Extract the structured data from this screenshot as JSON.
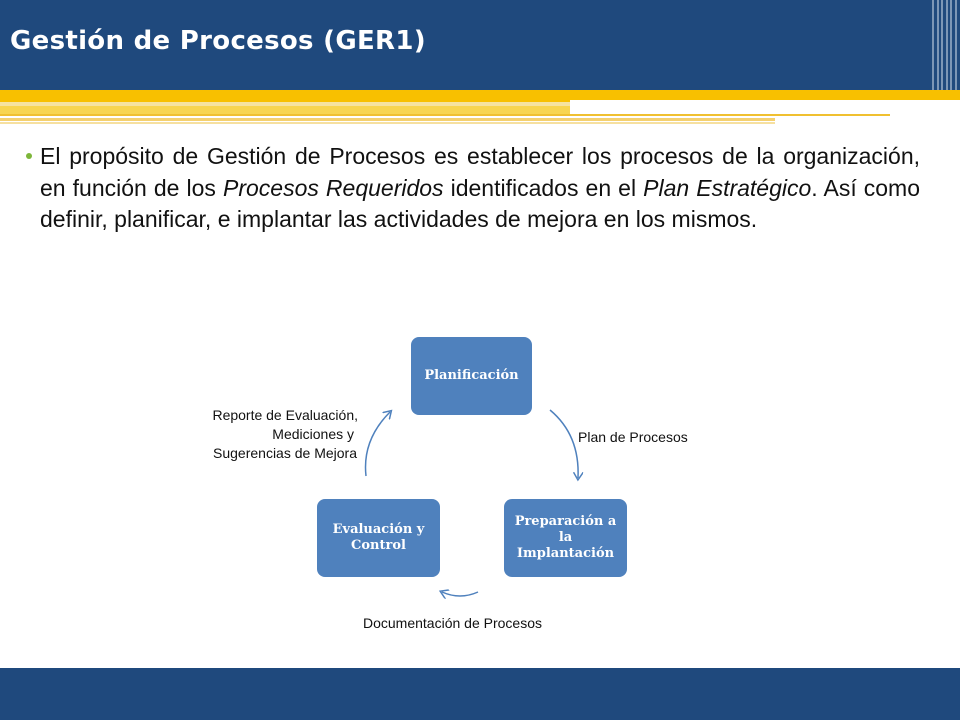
{
  "slide": {
    "title": "Gestión de Procesos (GER1)"
  },
  "bullet": {
    "part1": "El propósito de Gestión de Procesos es establecer los procesos de la organización, en función de los ",
    "italic1": "Procesos Requeridos",
    "part2": " identificados en el ",
    "italic2": "Plan Estratégico",
    "part3": ". Así como definir, planificar, e implantar las actividades de mejora en los mismos."
  },
  "diagram": {
    "nodes": {
      "planificacion": "Planificación",
      "preparacion": "Preparación a la Implantación",
      "evaluacion": "Evaluación y Control"
    },
    "edges": {
      "plan_de_procesos": "Plan de Procesos",
      "documentacion": "Documentación de Procesos",
      "reporte_line1": "Reporte de Evaluación,",
      "reporte_line2": "Mediciones y",
      "reporte_line3": "Sugerencias de Mejora"
    },
    "colors": {
      "node_fill": "#4f81bd",
      "arrow": "#4f81bd"
    }
  },
  "theme": {
    "header_color": "#1f497d",
    "accent_yellow": "#f8c000",
    "bullet_color": "#7db63a"
  }
}
